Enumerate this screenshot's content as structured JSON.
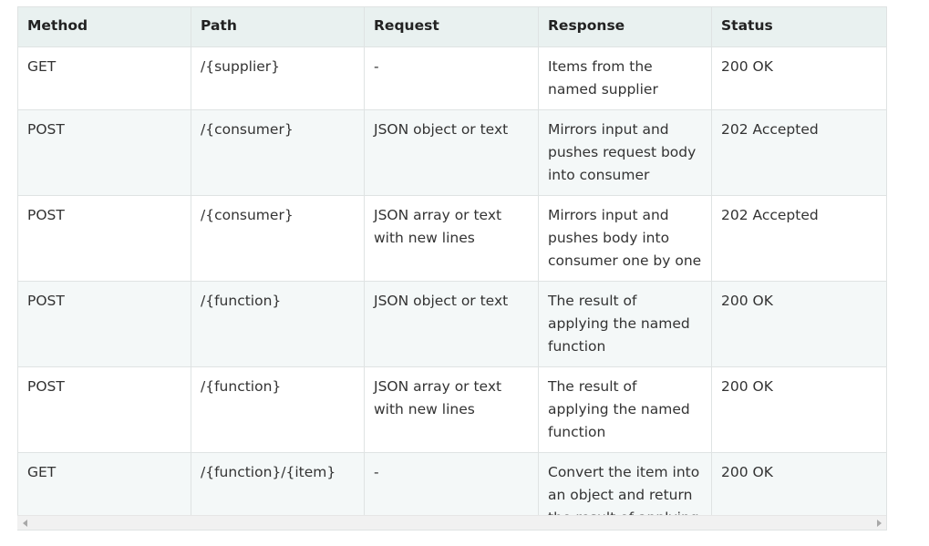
{
  "table": {
    "headers": [
      "Method",
      "Path",
      "Request",
      "Response",
      "Status"
    ],
    "rows": [
      [
        "GET",
        "/{supplier}",
        "-",
        "Items from the named supplier",
        "200 OK"
      ],
      [
        "POST",
        "/{consumer}",
        "JSON object or text",
        "Mirrors input and pushes request body into consumer",
        "202 Accepted"
      ],
      [
        "POST",
        "/{consumer}",
        "JSON array or text with new lines",
        "Mirrors input and pushes body into consumer one by one",
        "202 Accepted"
      ],
      [
        "POST",
        "/{function}",
        "JSON object or text",
        "The result of applying the named function",
        "200 OK"
      ],
      [
        "POST",
        "/{function}",
        "JSON array or text with new lines",
        "The result of applying the named function",
        "200 OK"
      ],
      [
        "GET",
        "/{function}/{item}",
        "-",
        "Convert the item into an object and return the result of applying the function",
        "200 OK"
      ]
    ]
  }
}
